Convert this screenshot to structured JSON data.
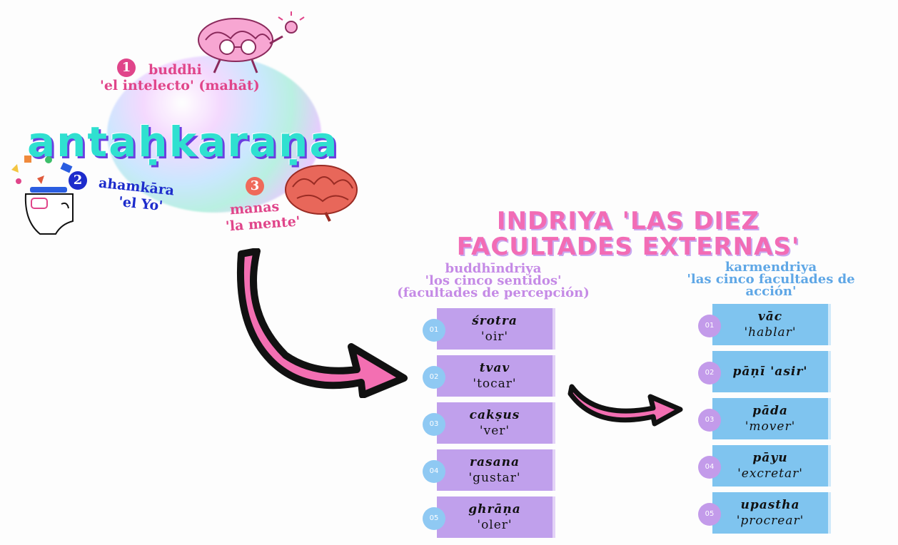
{
  "antahkarana": {
    "title": "antaḥkaraṇa",
    "buddhi": {
      "number": "1",
      "name": "buddhi",
      "gloss": "'el intelecto' (mahāt)"
    },
    "ahamkara": {
      "number": "2",
      "name": "ahamkāra",
      "gloss": "'el Yo'"
    },
    "manas": {
      "number": "3",
      "name": "manas",
      "gloss": "'la mente'"
    }
  },
  "indriya": {
    "title_line1": "INDRIYA 'LAS DIEZ",
    "title_line2": "FACULTADES EXTERNAS'"
  },
  "buddhindriya": {
    "heading_line1": "buddhīndriya",
    "heading_line2": "'los cinco sentidos'",
    "heading_line3": "(facultades de percepción)",
    "items": [
      {
        "num": "01",
        "term": "śrotra",
        "gloss": "'oir'"
      },
      {
        "num": "02",
        "term": "tvav",
        "gloss": "'tocar'"
      },
      {
        "num": "03",
        "term": "cakṣus",
        "gloss": "'ver'"
      },
      {
        "num": "04",
        "term": "rasana",
        "gloss": "'gustar'"
      },
      {
        "num": "05",
        "term": "ghrāṇa",
        "gloss": "'oler'"
      }
    ]
  },
  "karmendriya": {
    "heading_line1": "karmendriya",
    "heading_line2": "'las cinco facultades de",
    "heading_line3": "acción'",
    "items": [
      {
        "num": "01",
        "term": "vāc",
        "gloss": "'hablar'"
      },
      {
        "num": "02",
        "term": "pāṇī 'asir'",
        "gloss": ""
      },
      {
        "num": "03",
        "term": "pāda",
        "gloss": "'mover'"
      },
      {
        "num": "04",
        "term": "pāyu",
        "gloss": "'excretar'"
      },
      {
        "num": "05",
        "term": "upastha",
        "gloss": "'procrear'"
      }
    ]
  },
  "colors": {
    "pink": "#f26cb5",
    "purple_card": "#c0a0ec",
    "blue_card": "#7fc4ef",
    "title_cyan": "#2fe0d0"
  }
}
